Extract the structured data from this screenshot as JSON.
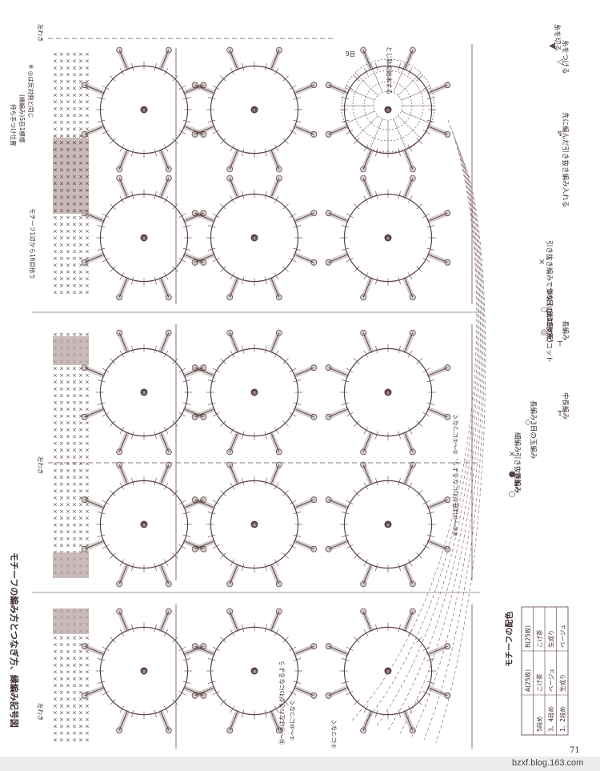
{
  "title": "モチーフの編み方とつなぎ方、縁編み記号図",
  "page_number": "71",
  "site_url": "bzxf.blog.163.com",
  "notes": {
    "top_note": "※ ◎は反対側と同じ",
    "handle_position": "持ち手つけ位置",
    "edge_note": "(縁編み)5目1模様",
    "pick_up": "モチーフ1辺から16目拾う",
    "left_side": "左わき",
    "join_6_10": "※⑥〜⑩は底がわになるよう、⑤〜①につなぐ",
    "join_16_20": "⑯〜⑳は左わきがわになるよう",
    "join_1_10": "①〜⑩につなぐ",
    "join_label": "①につなぐ",
    "round9": "9目",
    "end_here": "とじ針で始末する"
  },
  "motifs": [
    {
      "label": "⑪",
      "row": 0,
      "col": 0
    },
    {
      "label": "⑪",
      "row": 0,
      "col": 1
    },
    {
      "label": "①",
      "row": 0,
      "col": 2
    },
    {
      "label": "⑫",
      "row": 1,
      "col": 0
    },
    {
      "label": "⑫",
      "row": 1,
      "col": 1
    },
    {
      "label": "②",
      "row": 1,
      "col": 2
    },
    {
      "label": "⑮",
      "row": 2,
      "col": 0
    },
    {
      "label": "⑮",
      "row": 2,
      "col": 1
    },
    {
      "label": "⑤",
      "row": 2,
      "col": 2
    },
    {
      "label": "⑯",
      "row": 3,
      "col": 0
    },
    {
      "label": "⑯",
      "row": 3,
      "col": 1
    },
    {
      "label": "⑥",
      "row": 3,
      "col": 2
    },
    {
      "label": "⑳",
      "row": 4,
      "col": 0
    },
    {
      "label": "⑳",
      "row": 4,
      "col": 1
    },
    {
      "label": "⑩",
      "row": 4,
      "col": 2
    }
  ],
  "legend": [
    {
      "symbol": "○",
      "label": "鎖編み"
    },
    {
      "symbol": "●",
      "label": "引き抜き編み"
    },
    {
      "symbol": "×",
      "label": "細編み"
    },
    {
      "symbol": "◇",
      "label": "長編み3目の玉編み"
    },
    {
      "symbol": "T",
      "label": "中長編み"
    },
    {
      "symbol": "┬",
      "label": "長編み"
    },
    {
      "symbol": "◎",
      "label": "鎖3目のピコット"
    },
    {
      "symbol": "⬭",
      "label": "鎖9目のピコット"
    },
    {
      "symbol": "×ˇ",
      "label": "引き抜き編みでつなぐ(p.46参照)"
    },
    {
      "symbol": "↯",
      "label": "先に編んだ引き抜き編み入れる"
    },
    {
      "symbol": "◀",
      "label": "糸を切る"
    },
    {
      "symbol": "◁",
      "label": "糸をつける"
    }
  ],
  "color_table": {
    "title": "モチーフの配色",
    "headers": [
      "",
      "A(25枚)",
      "B(25枚)"
    ],
    "rows": [
      [
        "5段め",
        "こげ茶",
        "こげ茶"
      ],
      [
        "3、4段め",
        "ベージュ",
        "生成り"
      ],
      [
        "1、2段め",
        "生成り",
        "ベージュ"
      ]
    ]
  }
}
